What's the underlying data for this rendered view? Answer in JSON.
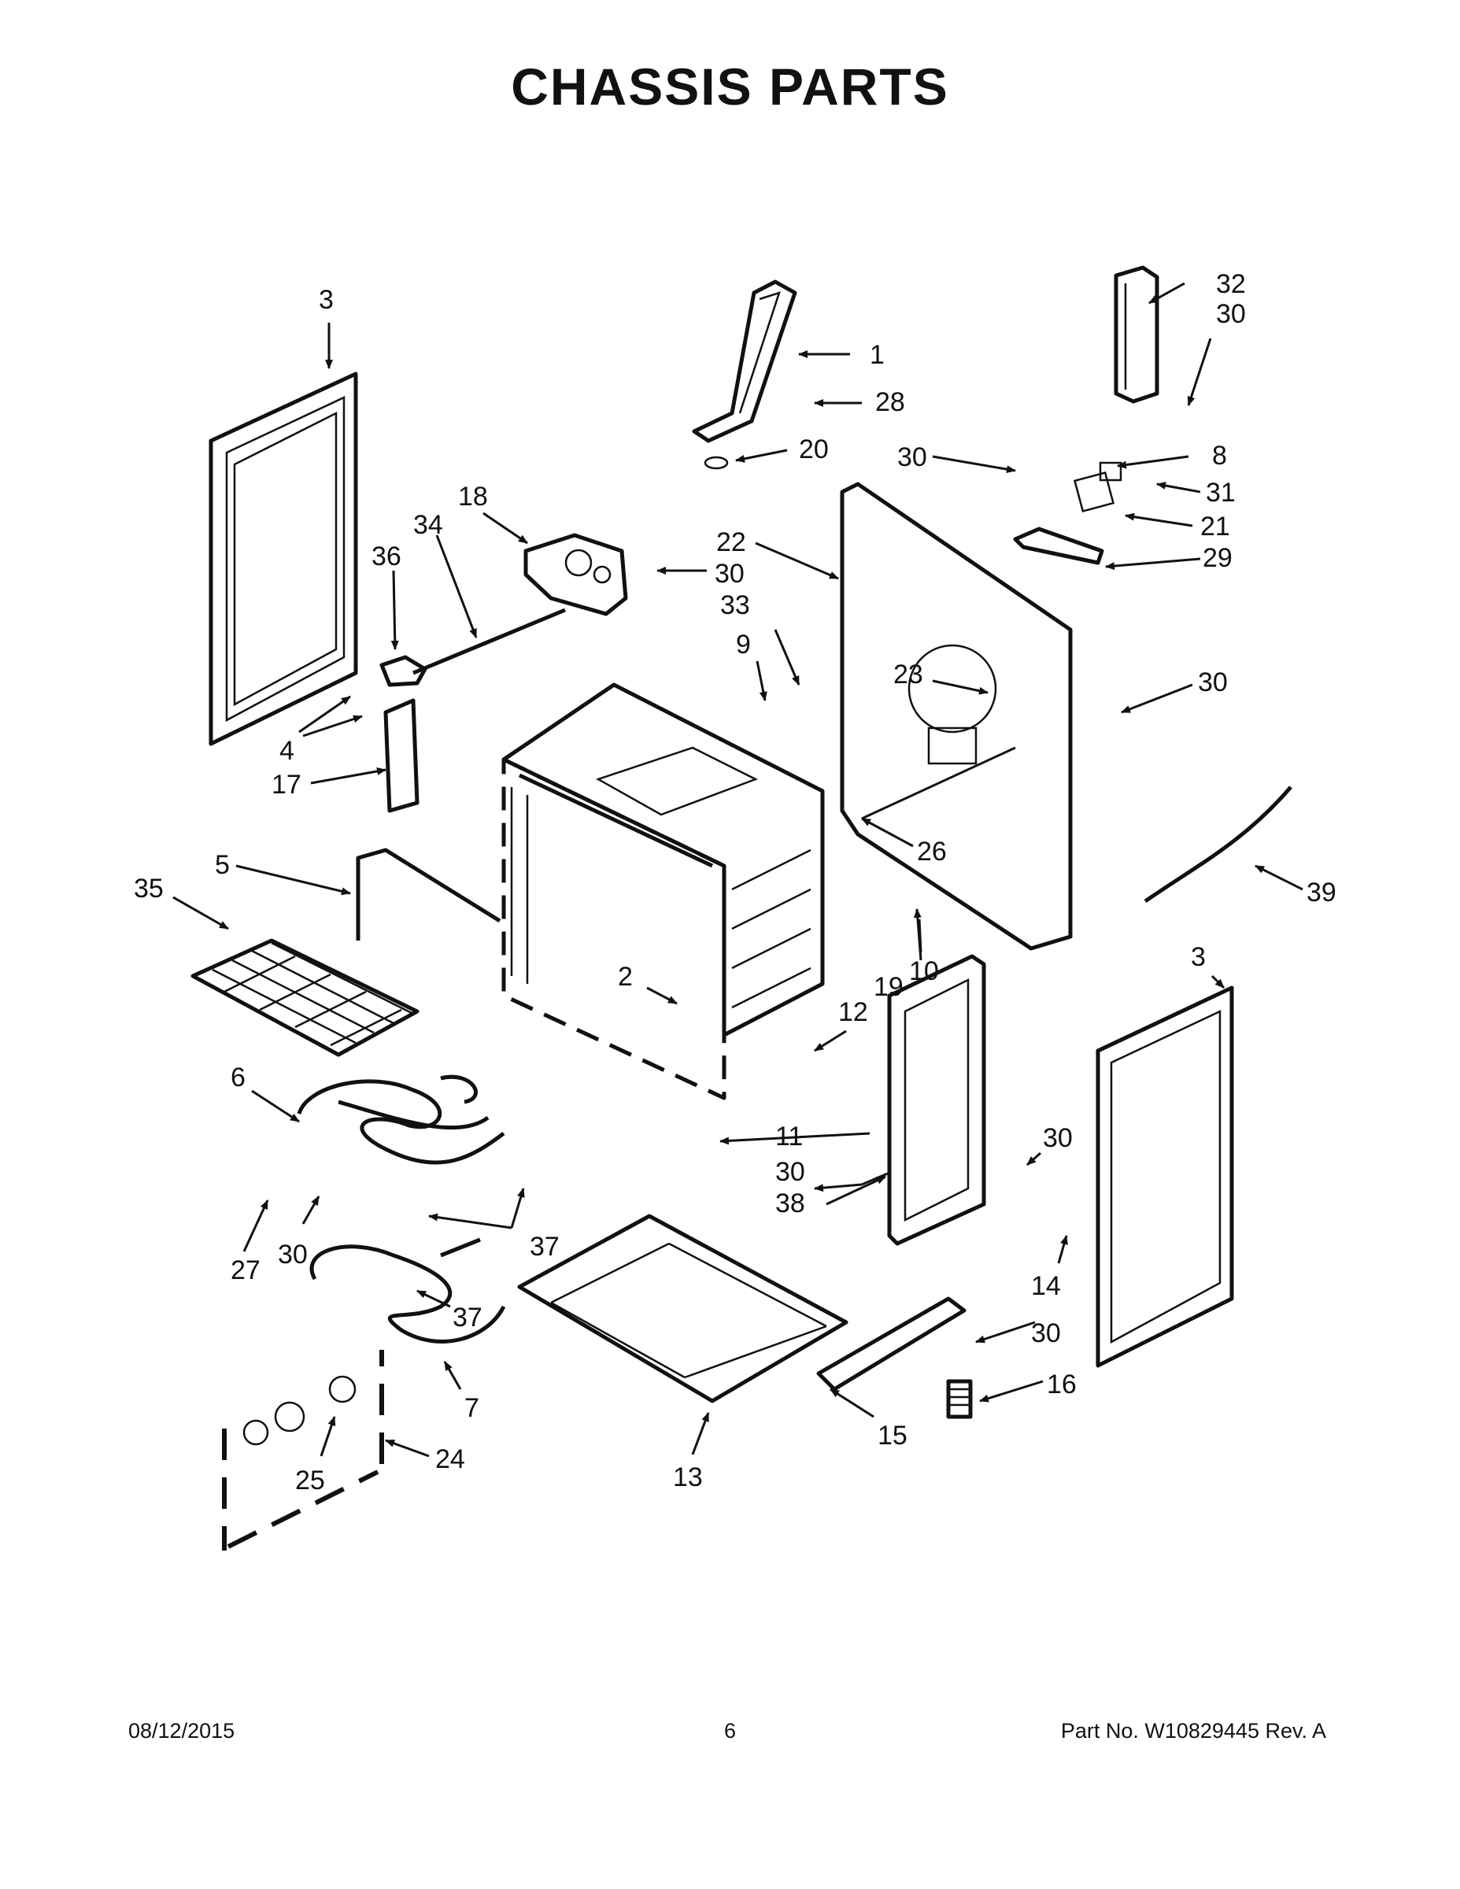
{
  "title": "CHASSIS PARTS",
  "footer": {
    "date": "08/12/2015",
    "page": "6",
    "part_no": "Part No.  W10829445  Rev.  A"
  },
  "callouts": [
    {
      "id": "c1",
      "text": "1"
    },
    {
      "id": "c2",
      "text": "2"
    },
    {
      "id": "c3a",
      "text": "3"
    },
    {
      "id": "c3b",
      "text": "3"
    },
    {
      "id": "c4",
      "text": "4"
    },
    {
      "id": "c5",
      "text": "5"
    },
    {
      "id": "c6",
      "text": "6"
    },
    {
      "id": "c7",
      "text": "7"
    },
    {
      "id": "c8",
      "text": "8"
    },
    {
      "id": "c9",
      "text": "9"
    },
    {
      "id": "c10",
      "text": "10"
    },
    {
      "id": "c11",
      "text": "11"
    },
    {
      "id": "c12",
      "text": "12"
    },
    {
      "id": "c13",
      "text": "13"
    },
    {
      "id": "c14",
      "text": "14"
    },
    {
      "id": "c15",
      "text": "15"
    },
    {
      "id": "c16",
      "text": "16"
    },
    {
      "id": "c17",
      "text": "17"
    },
    {
      "id": "c18",
      "text": "18"
    },
    {
      "id": "c19",
      "text": "19"
    },
    {
      "id": "c20",
      "text": "20"
    },
    {
      "id": "c21",
      "text": "21"
    },
    {
      "id": "c22",
      "text": "22"
    },
    {
      "id": "c23",
      "text": "23"
    },
    {
      "id": "c24",
      "text": "24"
    },
    {
      "id": "c25",
      "text": "25"
    },
    {
      "id": "c26",
      "text": "26"
    },
    {
      "id": "c27",
      "text": "27"
    },
    {
      "id": "c28",
      "text": "28"
    },
    {
      "id": "c29",
      "text": "29"
    },
    {
      "id": "c30a",
      "text": "30"
    },
    {
      "id": "c30b",
      "text": "30"
    },
    {
      "id": "c30c",
      "text": "30"
    },
    {
      "id": "c30d",
      "text": "30"
    },
    {
      "id": "c30e",
      "text": "30"
    },
    {
      "id": "c30f",
      "text": "30"
    },
    {
      "id": "c30g",
      "text": "30"
    },
    {
      "id": "c30h",
      "text": "30"
    },
    {
      "id": "c31",
      "text": "31"
    },
    {
      "id": "c32",
      "text": "32"
    },
    {
      "id": "c33",
      "text": "33"
    },
    {
      "id": "c34",
      "text": "34"
    },
    {
      "id": "c35",
      "text": "35"
    },
    {
      "id": "c36",
      "text": "36"
    },
    {
      "id": "c37a",
      "text": "37"
    },
    {
      "id": "c37b",
      "text": "37"
    },
    {
      "id": "c38",
      "text": "38"
    },
    {
      "id": "c39",
      "text": "39"
    }
  ]
}
